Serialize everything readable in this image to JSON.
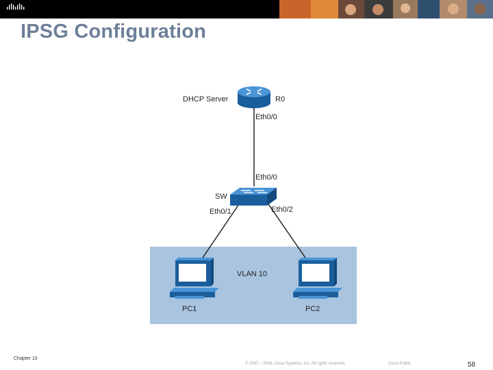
{
  "slide": {
    "title": "IPSG Configuration",
    "chapter": "Chapter 10",
    "copyright": "© 2007 – 2016, Cisco Systems, Inc. All rights reserved.",
    "classification": "Cisco Public",
    "page_number": "58"
  },
  "brand": {
    "logo_text": "cisco",
    "colors": {
      "title": "#6d7f99",
      "device_blue": "#1f6fb5",
      "vlan_fill": "#a9c4df"
    }
  },
  "diagram": {
    "router": {
      "role_label": "DHCP Server",
      "name": "R0",
      "port": "Eth0/0"
    },
    "switch": {
      "name": "SW",
      "uplink_port": "Eth0/0",
      "port_left": "Eth0/1",
      "port_right": "Eth0/2"
    },
    "vlan": {
      "label": "VLAN 10"
    },
    "hosts": [
      {
        "name": "PC1"
      },
      {
        "name": "PC2"
      }
    ]
  }
}
